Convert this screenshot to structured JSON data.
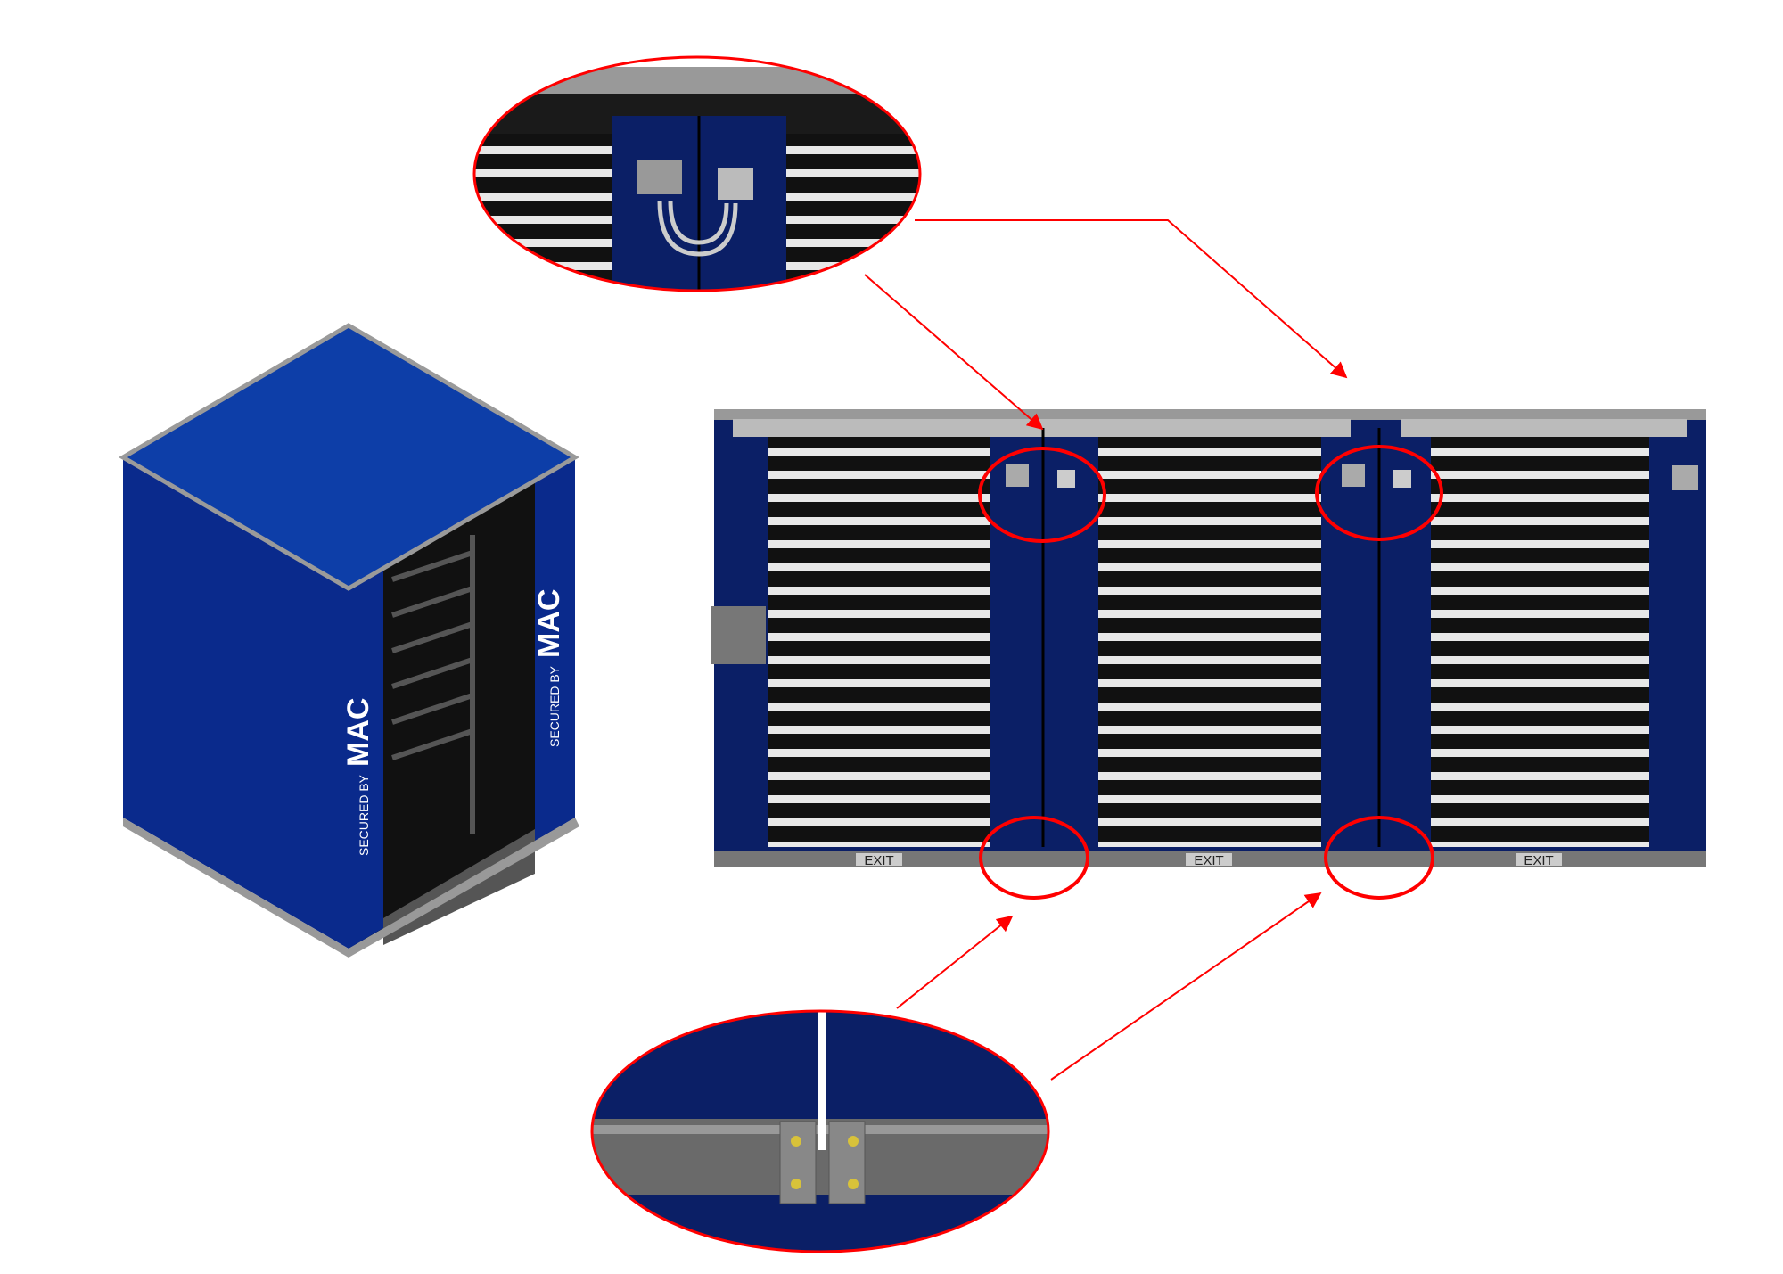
{
  "colors": {
    "enclosure_blue": "#0a2a8c",
    "panel_navy": "#0b1f66",
    "callout_red": "#ff0000",
    "frame_gray": "#8a8a8a"
  },
  "booth": {
    "tagline": "SECURED BY",
    "brand": "MAC"
  },
  "front_unit": {
    "exit_labels": [
      "EXIT",
      "EXIT",
      "EXIT"
    ]
  }
}
